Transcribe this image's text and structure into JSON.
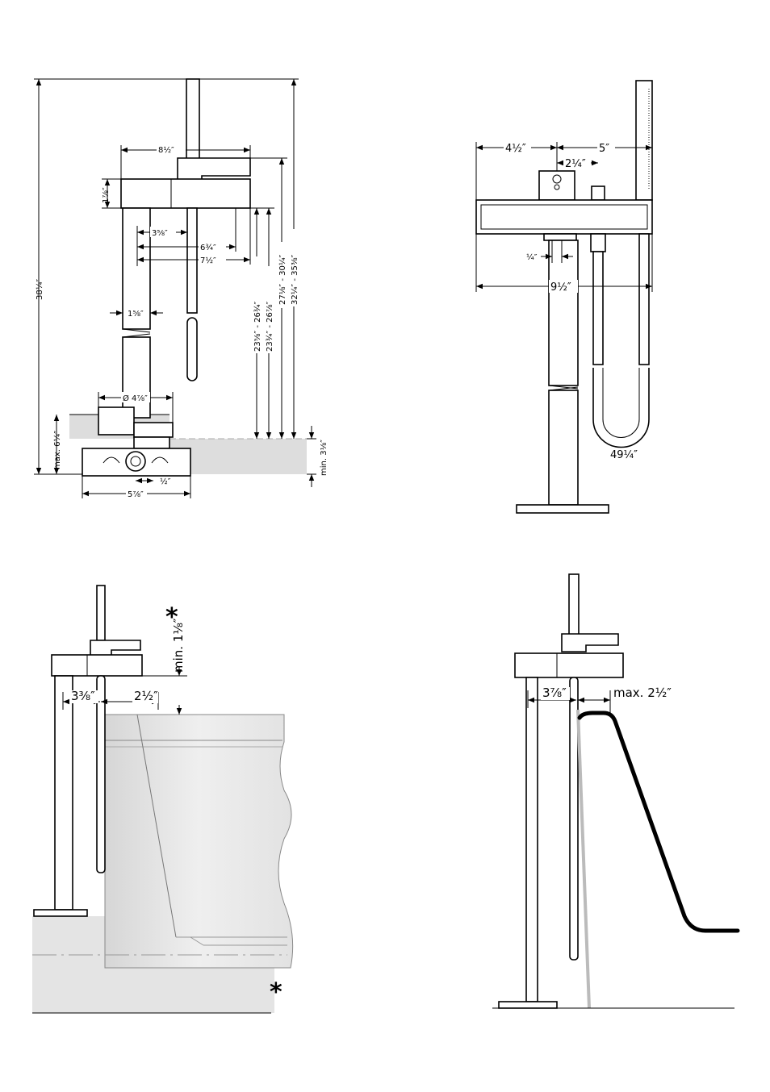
{
  "view1": {
    "overall_height": "38¼″",
    "width_top": "8½″",
    "body_height": "1⅞″",
    "d1": "3⅝″",
    "d2": "6¾″",
    "d3": "7½″",
    "pipe": "1⅝″",
    "base_dia": "Ø 4⅞″",
    "max_h": "max. 6¼″",
    "min_h": "min. 3⅛″",
    "base_w": "5⅞″",
    "base_half": "½″",
    "v1": "23⅝″ - 26¾″",
    "v2": "23¾″ - 26⅞″",
    "v3": "27⅛″ - 30¼″",
    "v4": "32¼″ - 35⅜″"
  },
  "view2": {
    "left": "4½″",
    "right": "5″",
    "knob": "2¼″",
    "small": "¼″",
    "width": "9½″",
    "hose": "49¼″"
  },
  "view3": {
    "min": "min. 1⅛″",
    "a": "3⅜″",
    "b": "2½″",
    "star1": "*",
    "star2": "*"
  },
  "view4": {
    "a": "3⅞″",
    "max": "max. 2½″"
  }
}
